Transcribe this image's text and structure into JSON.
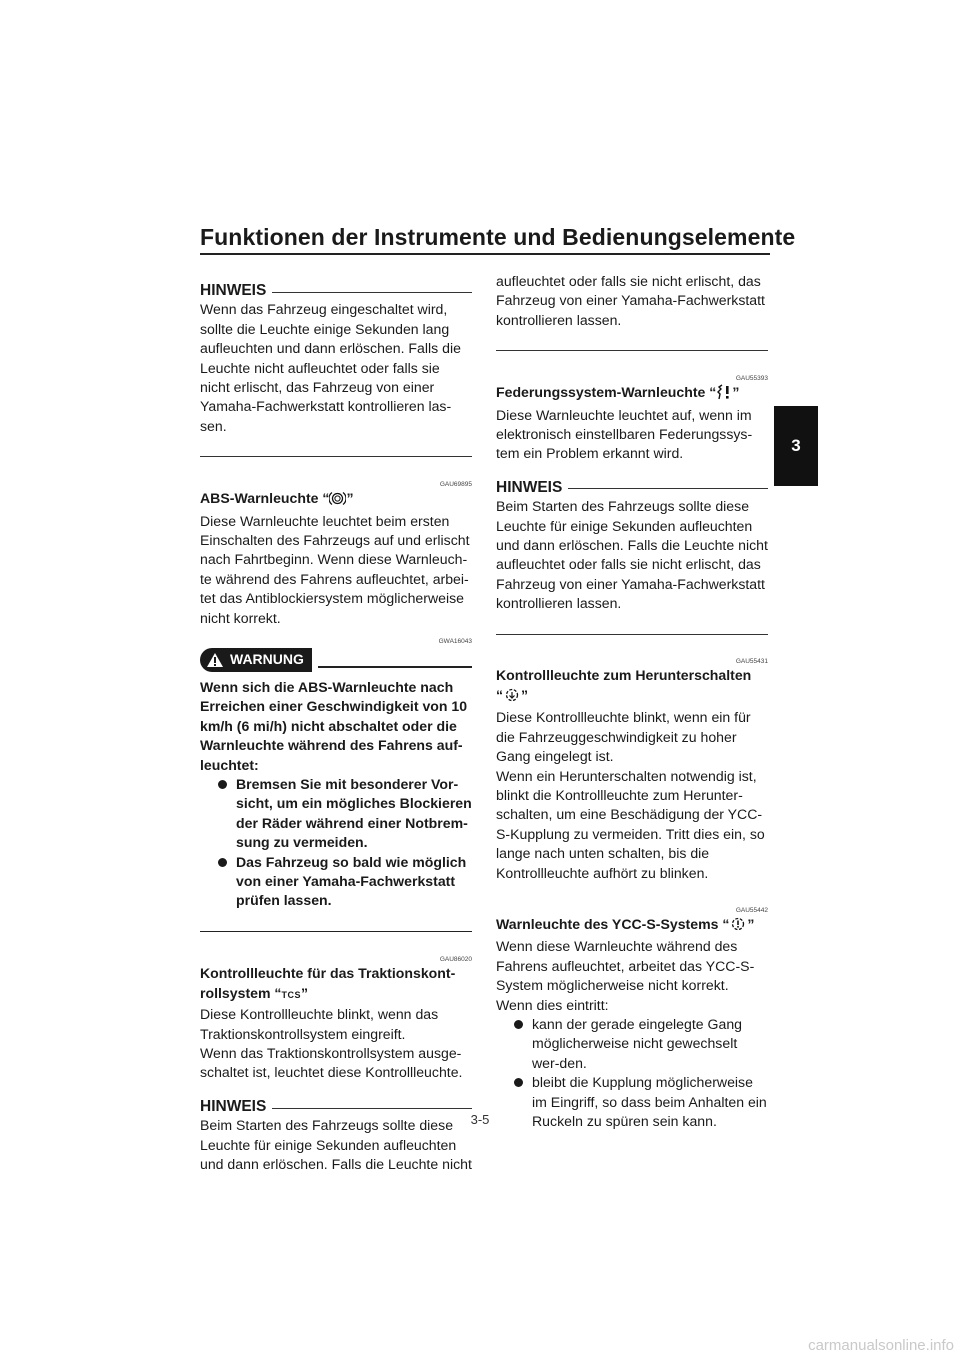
{
  "header": {
    "title": "Funktionen der Instrumente und Bedienungselemente"
  },
  "chapter_tab": "3",
  "left": {
    "note1": {
      "label": "HINWEIS",
      "text": "Wenn das Fahrzeug eingeschaltet wird, sollte die Leuchte einige Sekunden lang aufleuchten und dann erlöschen. Falls die Leuchte nicht aufleuchtet oder falls sie nicht erlischt, das Fahrzeug von einer Yamaha-Fachwerkstatt kontrollieren las-sen."
    },
    "abs": {
      "code": "GAU69895",
      "title_pre": "ABS-Warnleuchte “",
      "title_post": "”",
      "text": "Diese Warnleuchte leuchtet beim ersten Einschalten des Fahrzeugs auf und erlischt nach Fahrtbeginn. Wenn diese Warnleuch-te während des Fahrens aufleuchtet, arbei-tet das Antiblockiersystem möglicherweise nicht korrekt."
    },
    "warning": {
      "code": "GWA16043",
      "label": "WARNUNG",
      "text": "Wenn sich die ABS-Warnleuchte nach Erreichen einer Geschwindigkeit von 10 km/h (6 mi/h) nicht abschaltet oder die Warnleuchte während des Fahrens auf-leuchtet:",
      "bullets": [
        "Bremsen Sie mit besonderer Vor-sicht, um ein mögliches Blockieren der Räder während einer Notbrem-sung zu vermeiden.",
        "Das Fahrzeug so bald wie möglich von einer Yamaha-Fachwerkstatt prüfen lassen."
      ]
    },
    "tcs": {
      "code": "GAU86020",
      "title_line1": "Kontrollleuchte für das Traktionskont-",
      "title_pre": "rollsystem “",
      "icon_text": "TCS",
      "title_post": "”",
      "text1": "Diese Kontrollleuchte blinkt, wenn das Traktionskontrollsystem eingreift.",
      "text2": "Wenn das Traktionskontrollsystem ausge-schaltet ist, leuchtet diese Kontrollleuchte."
    },
    "note2": {
      "label": "HINWEIS",
      "text": "Beim Starten des Fahrzeugs sollte diese Leuchte für einige Sekunden aufleuchten und dann erlöschen. Falls die Leuchte nicht"
    }
  },
  "right": {
    "note2_cont": "aufleuchtet oder falls sie nicht erlischt, das Fahrzeug von einer Yamaha-Fachwerkstatt kontrollieren lassen.",
    "suspension": {
      "code": "GAU55393",
      "title_pre": "Federungssystem-Warnleuchte “",
      "title_post": "”",
      "text": "Diese Warnleuchte leuchtet auf, wenn im elektronisch einstellbaren Federungssys-tem ein Problem erkannt wird."
    },
    "note3": {
      "label": "HINWEIS",
      "text": "Beim Starten des Fahrzeugs sollte diese Leuchte für einige Sekunden aufleuchten und dann erlöschen. Falls die Leuchte nicht aufleuchtet oder falls sie nicht erlischt, das Fahrzeug von einer Yamaha-Fachwerkstatt kontrollieren lassen."
    },
    "downshift": {
      "code": "GAU55431",
      "title_line1": "Kontrollleuchte zum Herunterschalten",
      "title_pre": "“",
      "title_post": "”",
      "text1": "Diese Kontrollleuchte blinkt, wenn ein für die Fahrzeuggeschwindigkeit zu hoher Gang eingelegt ist.",
      "text2": "Wenn ein Herunterschalten notwendig ist, blinkt die Kontrollleuchte zum Herunter-schalten, um eine Beschädigung der YCC-S-Kupplung zu vermeiden. Tritt dies ein, so lange nach unten schalten, bis die Kontrollleuchte aufhört zu blinken."
    },
    "yccs": {
      "code": "GAU55442",
      "title_pre": "Warnleuchte des YCC-S-Systems “",
      "title_post": "”",
      "text1": "Wenn diese Warnleuchte während des Fahrens aufleuchtet, arbeitet das YCC-S-System möglicherweise nicht korrekt.",
      "text2": "Wenn dies eintritt:",
      "bullets": [
        "kann der gerade eingelegte Gang möglicherweise nicht gewechselt wer-den.",
        "bleibt die Kupplung möglicherweise im Eingriff, so dass beim Anhalten ein Ruckeln zu spüren sein kann."
      ]
    }
  },
  "footer": {
    "page_number": "3-5",
    "watermark": "carmanualsonline.info"
  }
}
